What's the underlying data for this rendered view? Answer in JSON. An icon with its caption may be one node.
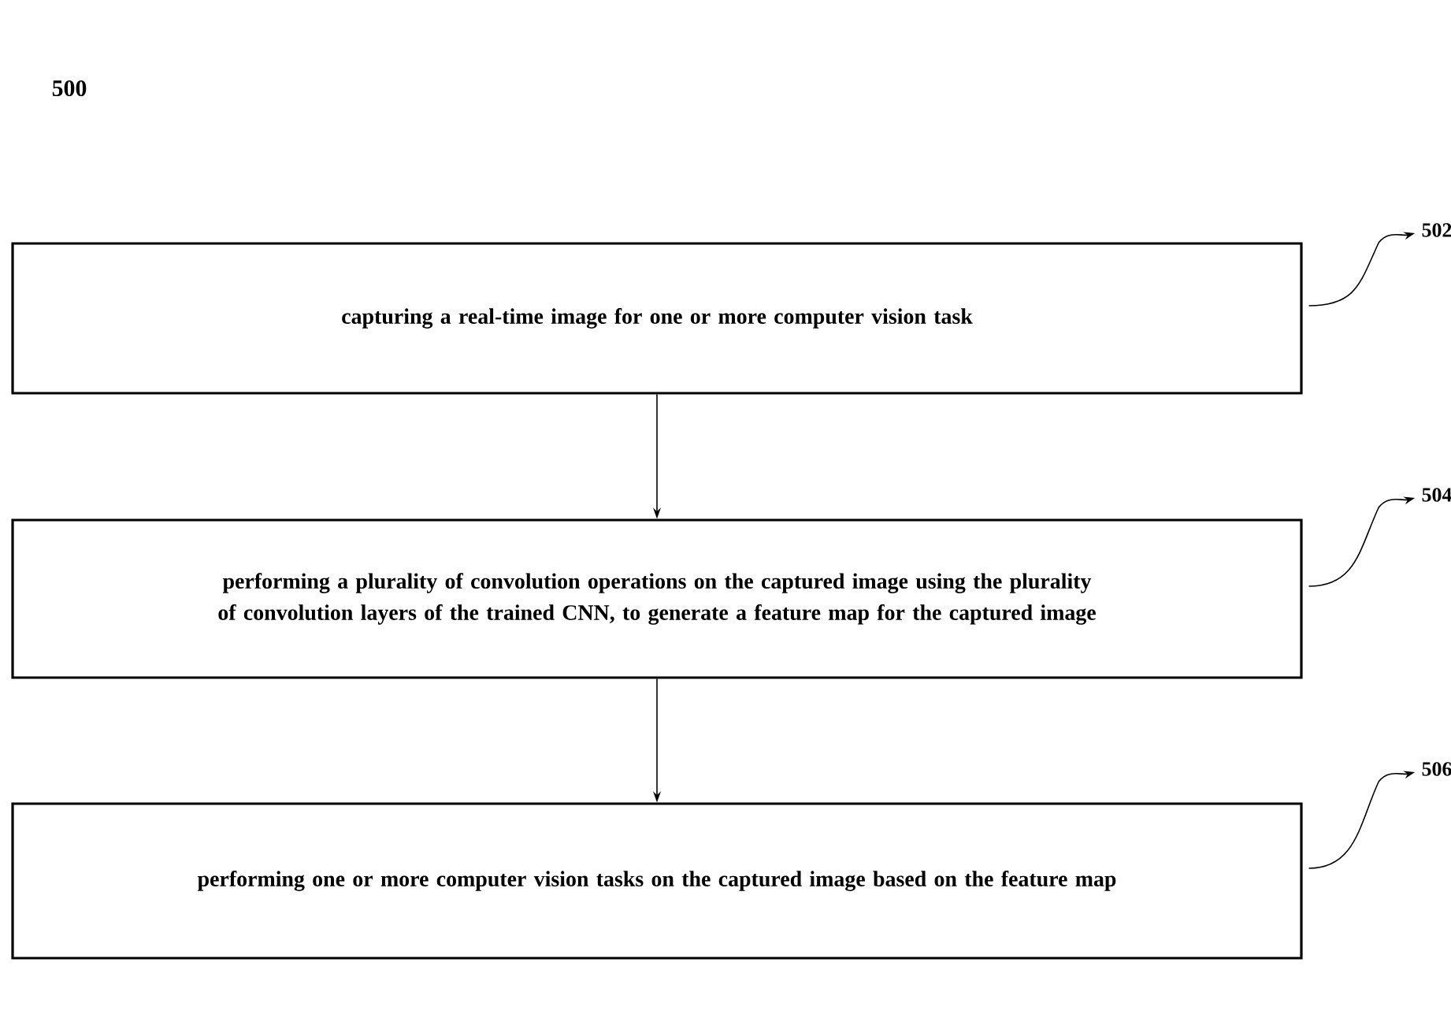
{
  "diagram": {
    "nodes": [
      {
        "text": [
          "capturing a real-time image for one or more computer vision task"
        ]
      },
      {
        "text": [
          "502"
        ]
      },
      {
        "text": [
          "performing a plurality of convolution operations on the captured image using the plurality of convolution layers of the trained CNN, to generate a feature map for the captured image"
        ]
      },
      {
        "text": [
          "504"
        ]
      },
      {
        "text": [
          "performing one or more computer vision tasks on the captured image based on the  feature map"
        ]
      },
      {
        "text": [
          "506"
        ]
      }
    ],
    "edges": [
      {
        "from": 0,
        "to": 2,
        "arrow": "to"
      },
      {
        "from": 2,
        "to": 4,
        "arrow": "to"
      },
      {
        "from": 0,
        "to": 1,
        "arrow": "to"
      },
      {
        "from": 2,
        "to": 3,
        "arrow": "to"
      },
      {
        "from": 4,
        "to": 5,
        "arrow": "to"
      }
    ],
    "labels": [
      "500"
    ]
  }
}
